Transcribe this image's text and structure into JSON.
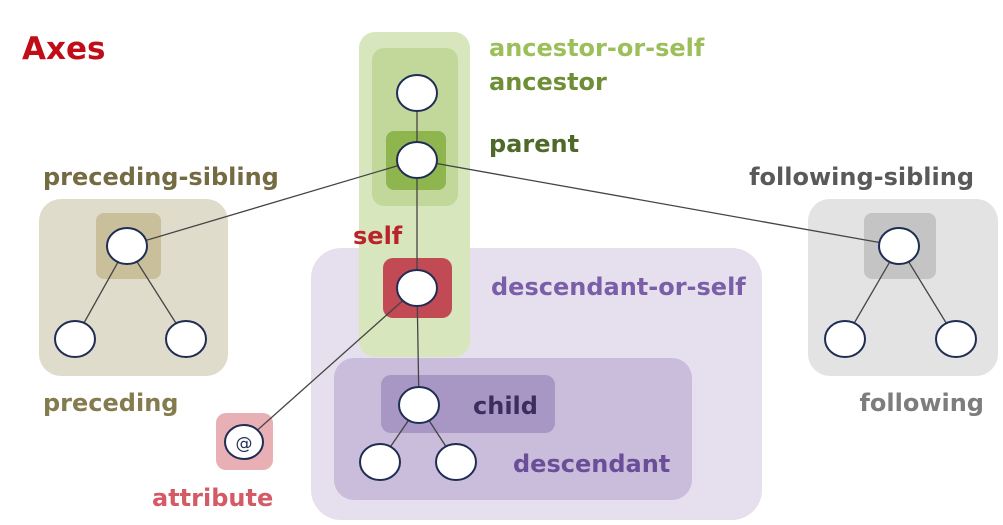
{
  "title": "Axes",
  "labels": {
    "ancestor_or_self": "ancestor-or-self",
    "ancestor": "ancestor",
    "parent": "parent",
    "preceding_sibling": "preceding-sibling",
    "following_sibling": "following-sibling",
    "self": "self",
    "descendant_or_self": "descendant-or-self",
    "child": "child",
    "descendant": "descendant",
    "preceding": "preceding",
    "following": "following",
    "attribute": "attribute",
    "attribute_node": "@"
  },
  "colors": {
    "title": "#c00d17",
    "ancestor_or_self_label": "#9cbf5a",
    "ancestor_label": "#6f8f36",
    "parent_label": "#4f6a28",
    "preceding_label": "#847b4f",
    "preceding_sibling_label": "#746b42",
    "following_label": "#7d7d7d",
    "following_sibling_label": "#595959",
    "self_label": "#b8232c",
    "descendant_or_self_label": "#7a5ea8",
    "descendant_label": "#6a4e98",
    "child_label": "#3d2d5f",
    "attribute_label": "#d45a66"
  }
}
